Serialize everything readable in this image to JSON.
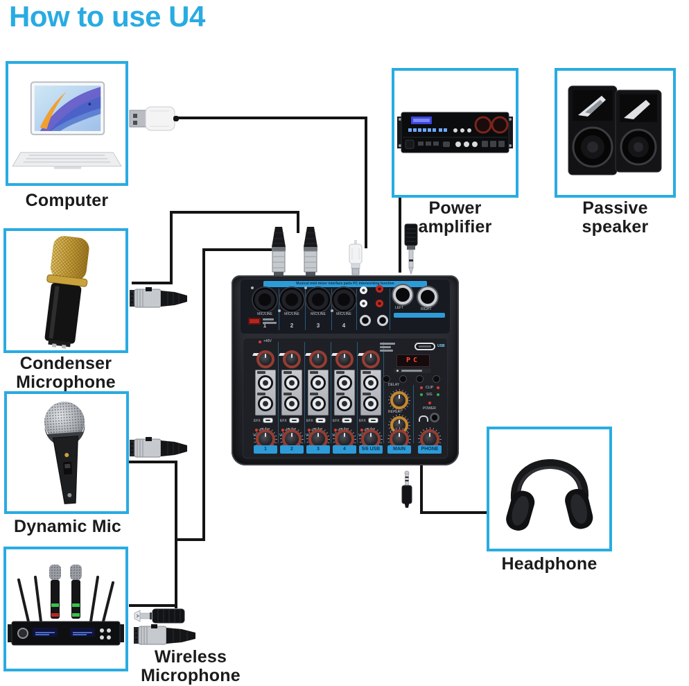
{
  "title": "How to use U4",
  "devices": {
    "computer": {
      "label": "Computer"
    },
    "power_amplifier": {
      "line1": "Power",
      "line2": "amplifier"
    },
    "passive_speaker": {
      "line1": "Passive",
      "line2": "speaker"
    },
    "condenser_microphone": {
      "line1": "Condenser",
      "line2": "Microphone"
    },
    "dynamic_mic": {
      "label": "Dynamic Mic"
    },
    "wireless_microphone": {
      "line1": "Wireless",
      "line2": "Microphone"
    },
    "headphone": {
      "label": "Headphone"
    }
  },
  "mixer": {
    "top_strip_text": "Musical mini mixer interface parts PC interworking function",
    "mic_line_label": "MIC/LINE",
    "input_numbers": [
      "1",
      "2",
      "3",
      "4"
    ],
    "output_labels": {
      "left": "LEFT",
      "right": "RIGHT"
    },
    "usb_label": "USB",
    "display_text": "PC",
    "phantom_label": "+48V",
    "delay_label": "DELAY",
    "repeat_label": "REPEAT",
    "efx_label": "EFX",
    "peak_label": "PEAK",
    "vol_label": "VOL",
    "clip_label": "CLIP",
    "sig_label": "SIG",
    "power_label": "POWER",
    "channel_labels": [
      "1",
      "2",
      "3",
      "4",
      "5/6 USB",
      "MAIN",
      "PHONE"
    ]
  },
  "colors": {
    "accent_cyan": "#29abe2",
    "cable_black": "#141414",
    "mixer_blue": "#2d9bd8",
    "knob_red": "#953d33",
    "knob_orange": "#c7882e",
    "led_red": "#e03b2f",
    "led_green": "#3fae4a"
  },
  "icons": [
    "usb-a-plug-icon",
    "mini-usb-plug-icon",
    "xlr-male-plug-icon",
    "quarter-inch-jack-plug-icon",
    "xlr-female-connector-icon",
    "quarter-inch-jack-adapter-icon",
    "aux-3.5mm-plug-icon"
  ]
}
